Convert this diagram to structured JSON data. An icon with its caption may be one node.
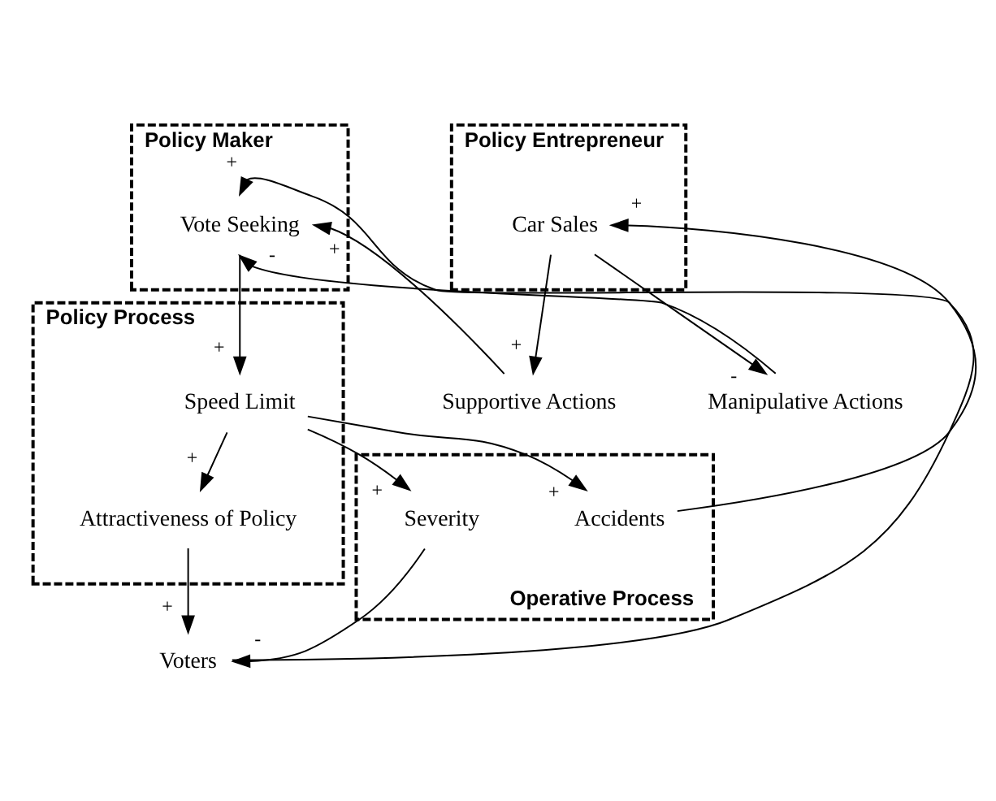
{
  "diagram": {
    "nodes": [
      {
        "text": [
          "Policy Maker"
        ]
      },
      {
        "text": [
          "Vote Seeking"
        ],
        "in": 0
      },
      {
        "text": [
          "Supportive Actions"
        ]
      },
      {
        "text": [
          "Manipulative Actions"
        ]
      },
      {
        "text": [
          "Policy Entrepreneur"
        ]
      },
      {
        "text": [
          "Car Sales"
        ],
        "in": 4
      },
      {
        "text": [
          "Voters"
        ]
      },
      {
        "text": [
          "Policy Process"
        ]
      },
      {
        "text": [
          "Speed Limit"
        ],
        "in": 7
      },
      {
        "text": [
          "Attractiveness of Policy"
        ],
        "in": 7
      },
      {
        "text": [
          "Operative Process"
        ]
      },
      {
        "text": [
          "Accidents"
        ],
        "in": 10
      },
      {
        "text": [
          "Severity"
        ],
        "in": 10
      }
    ],
    "edges": [
      {
        "from": 6,
        "to": 1,
        "arrow": "to",
        "label": "+"
      },
      {
        "from": 2,
        "to": 1,
        "arrow": "to",
        "label": "+"
      },
      {
        "from": 3,
        "to": 1,
        "arrow": "to",
        "label": "-"
      },
      {
        "from": 5,
        "to": 2,
        "arrow": "to",
        "label": "+"
      },
      {
        "from": 5,
        "to": 3,
        "arrow": "to",
        "label": "-"
      },
      {
        "from": 1,
        "to": 8,
        "arrow": "to",
        "label": "+"
      },
      {
        "from": 8,
        "to": 9,
        "arrow": "to",
        "label": "+"
      },
      {
        "from": 9,
        "to": 6,
        "arrow": "to",
        "label": "+"
      },
      {
        "from": 8,
        "to": 11,
        "arrow": "to",
        "label": "+"
      },
      {
        "from": 8,
        "to": 12,
        "arrow": "to",
        "label": "+"
      },
      {
        "from": 12,
        "to": 6,
        "arrow": "to",
        "label": "-"
      },
      {
        "from": 11,
        "to": 5,
        "arrow": "to",
        "label": "+"
      }
    ]
  }
}
